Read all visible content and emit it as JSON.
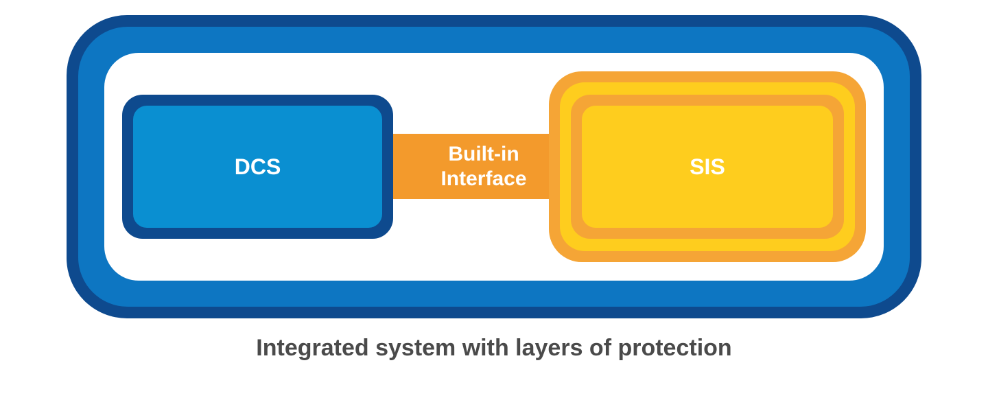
{
  "diagram": {
    "dcs_label": "DCS",
    "interface_line1": "Built-in",
    "interface_line2": "Interface",
    "sis_label": "SIS",
    "caption": "Integrated system with layers of protection"
  },
  "colors": {
    "frame_dark_blue": "#0E4A8E",
    "frame_mid_blue": "#0D76C2",
    "dcs_blue": "#0A8FD1",
    "interface_orange": "#F39A2C",
    "sis_orange": "#F5A536",
    "sis_yellow": "#FECD1E",
    "caption_gray": "#4a4a4a"
  }
}
